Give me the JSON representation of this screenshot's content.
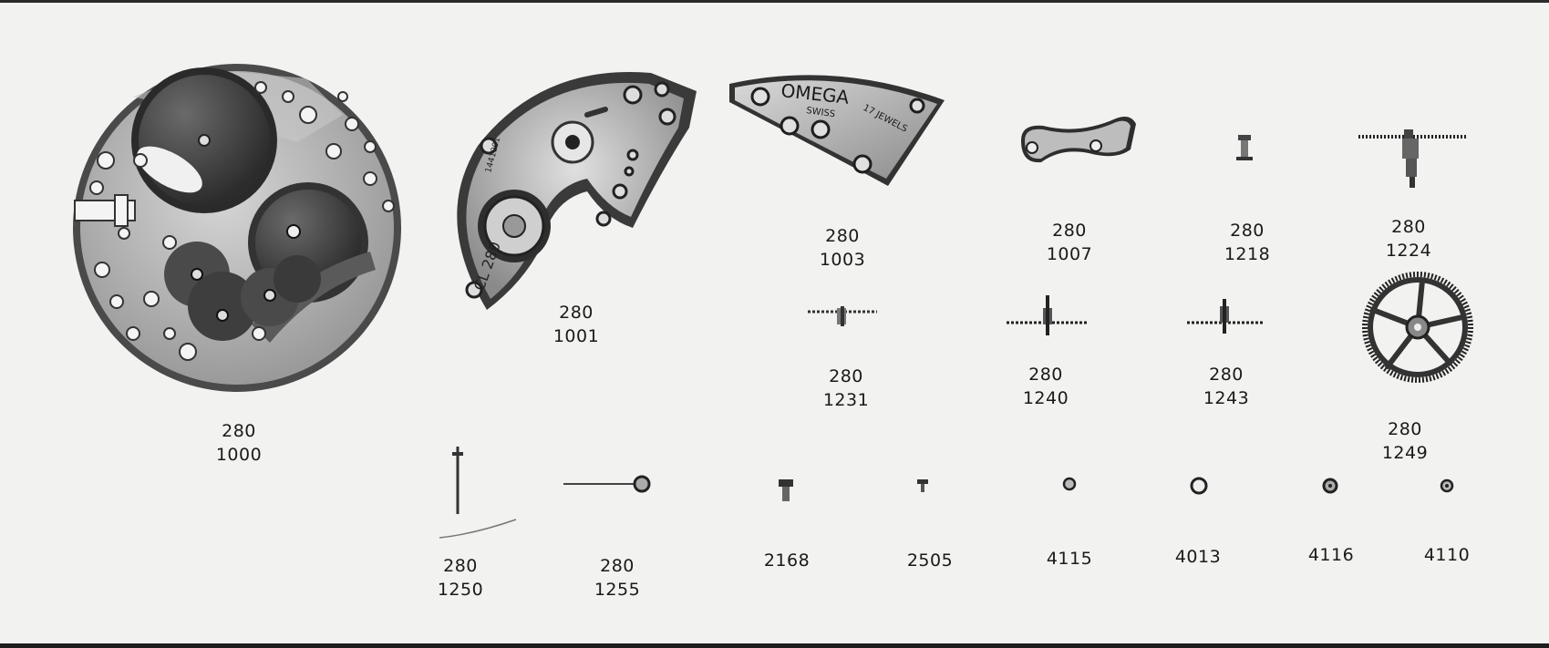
{
  "parts": [
    {
      "id": "p1000",
      "caliber": "280",
      "number": "1000",
      "icon": "main-plate-icon"
    },
    {
      "id": "p1001",
      "caliber": "280",
      "number": "1001",
      "icon": "barrel-bridge-icon"
    },
    {
      "id": "p1003",
      "caliber": "280",
      "number": "1003",
      "icon": "train-bridge-icon",
      "engraving": {
        "brand": "OMEGA",
        "origin": "SWISS",
        "jewels": "17 JEWELS"
      }
    },
    {
      "id": "p1007",
      "caliber": "280",
      "number": "1007",
      "icon": "balance-cock-icon"
    },
    {
      "id": "p1218",
      "caliber": "280",
      "number": "1218",
      "icon": "pinion-icon"
    },
    {
      "id": "p1224",
      "caliber": "280",
      "number": "1224",
      "icon": "wheel-side-view-icon"
    },
    {
      "id": "p1231",
      "caliber": "280",
      "number": "1231",
      "icon": "wheel-side-view-icon"
    },
    {
      "id": "p1240",
      "caliber": "280",
      "number": "1240",
      "icon": "wheel-side-view-icon"
    },
    {
      "id": "p1243",
      "caliber": "280",
      "number": "1243",
      "icon": "wheel-side-view-icon"
    },
    {
      "id": "p1249",
      "caliber": "280",
      "number": "1249",
      "icon": "gear-wheel-icon"
    },
    {
      "id": "p1250",
      "caliber": "280",
      "number": "1250",
      "icon": "arbor-icon"
    },
    {
      "id": "p1255",
      "caliber": "280",
      "number": "1255",
      "icon": "lever-icon"
    },
    {
      "id": "p2168",
      "caliber": "",
      "number": "2168",
      "icon": "screw-icon"
    },
    {
      "id": "p2505",
      "caliber": "",
      "number": "2505",
      "icon": "small-screw-icon"
    },
    {
      "id": "p4115",
      "caliber": "",
      "number": "4115",
      "icon": "jewel-icon"
    },
    {
      "id": "p4013",
      "caliber": "",
      "number": "4013",
      "icon": "jewel-icon"
    },
    {
      "id": "p4116",
      "caliber": "",
      "number": "4116",
      "icon": "jewel-icon"
    },
    {
      "id": "p4110",
      "caliber": "",
      "number": "4110",
      "icon": "jewel-icon"
    }
  ],
  "plate_marks": {
    "bridge_code": "CL 280",
    "bridge_serial": "1441001"
  },
  "colors": {
    "paper": "#f2f2f0",
    "ink": "#1a1a1a",
    "metal_dark": "#3a3a3a",
    "metal_light": "#b8b8b8"
  }
}
